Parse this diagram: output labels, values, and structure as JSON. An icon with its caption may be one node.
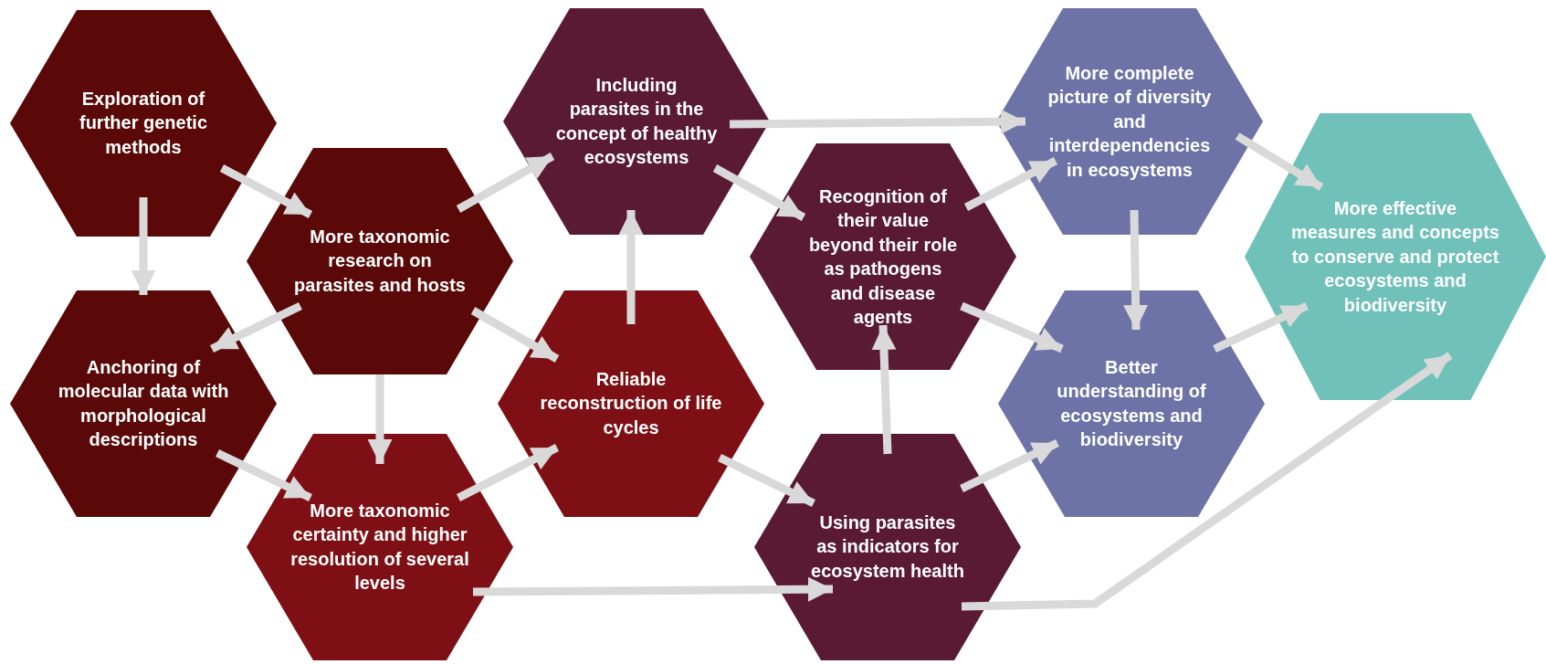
{
  "diagram": {
    "nodes": [
      {
        "text": [
          "Exploration of further genetic methods"
        ]
      },
      {
        "text": [
          "More taxonomic research on parasites and hosts"
        ]
      },
      {
        "text": [
          "Anchoring of molecular data with morphological descriptions"
        ]
      },
      {
        "text": [
          "More taxonomic certainty and higher resolution of several levels"
        ]
      },
      {
        "text": [
          "Including parasites in the concept of healthy ecosystems"
        ]
      },
      {
        "text": [
          "Reliable reconstruction of life cycles"
        ]
      },
      {
        "text": [
          "Recognition of their value beyond their role as pathogens and disease agents"
        ]
      },
      {
        "text": [
          "Using parasites as indicators for ecosystem health"
        ]
      },
      {
        "text": [
          "More complete picture of diversity and interdependencies in ecosystems"
        ]
      },
      {
        "text": [
          "Better understanding of ecosystems and biodiversity"
        ]
      },
      {
        "text": [
          "More effective measures and concepts to conserve and protect ecosystems and biodiversity"
        ]
      }
    ],
    "edges": [
      {
        "from": 0,
        "to": 1,
        "arrow": "to"
      },
      {
        "from": 0,
        "to": 2,
        "arrow": "to"
      },
      {
        "from": 1,
        "to": 2,
        "arrow": "to"
      },
      {
        "from": 1,
        "to": 3,
        "arrow": "to"
      },
      {
        "from": 1,
        "to": 4,
        "arrow": "to"
      },
      {
        "from": 1,
        "to": 5,
        "arrow": "to"
      },
      {
        "from": 2,
        "to": 3,
        "arrow": "to"
      },
      {
        "from": 3,
        "to": 5,
        "arrow": "to"
      },
      {
        "from": 3,
        "to": 7,
        "arrow": "to"
      },
      {
        "from": 5,
        "to": 4,
        "arrow": "to"
      },
      {
        "from": 5,
        "to": 7,
        "arrow": "to"
      },
      {
        "from": 4,
        "to": 6,
        "arrow": "to"
      },
      {
        "from": 4,
        "to": 8,
        "arrow": "to"
      },
      {
        "from": 6,
        "to": 8,
        "arrow": "to"
      },
      {
        "from": 6,
        "to": 9,
        "arrow": "to"
      },
      {
        "from": 7,
        "to": 6,
        "arrow": "to"
      },
      {
        "from": 7,
        "to": 9,
        "arrow": "to"
      },
      {
        "from": 8,
        "to": 9,
        "arrow": "to"
      },
      {
        "from": 8,
        "to": 10,
        "arrow": "to"
      },
      {
        "from": 9,
        "to": 10,
        "arrow": "to"
      },
      {
        "from": 7,
        "to": 10,
        "arrow": "to"
      }
    ]
  }
}
